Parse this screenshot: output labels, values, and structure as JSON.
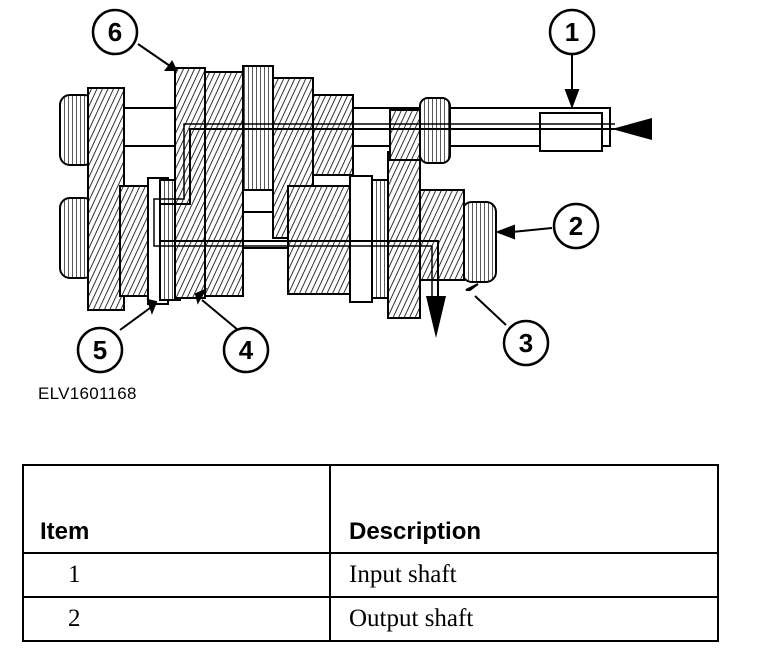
{
  "figure_id": "ELV1601168",
  "callouts": [
    "1",
    "2",
    "3",
    "4",
    "5",
    "6"
  ],
  "table": {
    "headers": [
      "Item",
      "Description"
    ],
    "rows": [
      [
        "1",
        "Input shaft"
      ],
      [
        "2",
        "Output shaft"
      ]
    ]
  }
}
